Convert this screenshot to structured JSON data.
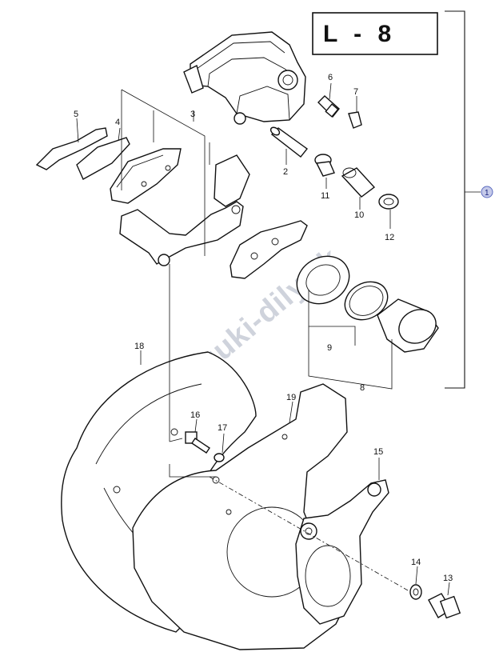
{
  "page_label": "L - 8",
  "watermark": "www.suzuki-dily.sk",
  "group_marker": "1",
  "callouts": {
    "c1": "1",
    "c2": "2",
    "c3": "3",
    "c4": "4",
    "c5": "5",
    "c6": "6",
    "c7": "7",
    "c8": "8",
    "c9": "9",
    "c10": "10",
    "c11": "11",
    "c12": "12",
    "c13": "13",
    "c14": "14",
    "c15": "15",
    "c16": "16",
    "c17": "17",
    "c18": "18",
    "c19": "19"
  },
  "colors": {
    "marker_fill": "#c5cae9",
    "marker_stroke": "#5c6bc0",
    "watermark": "#cfd3dc"
  }
}
